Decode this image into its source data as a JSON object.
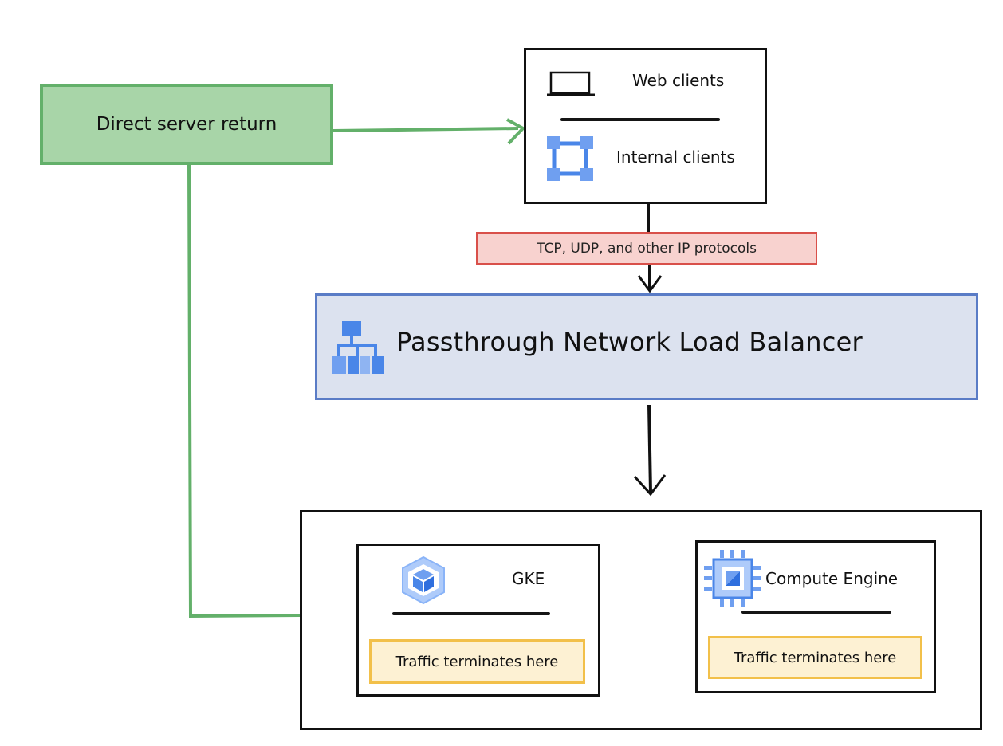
{
  "direct_server_return": {
    "label": "Direct server return"
  },
  "clients": {
    "web_label": "Web clients",
    "internal_label": "Internal clients"
  },
  "protocol_badge": {
    "label": "TCP, UDP, and other IP protocols"
  },
  "load_balancer": {
    "title": "Passthrough Network Load Balancer"
  },
  "backends": {
    "gke": {
      "label": "GKE",
      "note": "Traffic terminates here"
    },
    "compute_engine": {
      "label": "Compute Engine",
      "note": "Traffic terminates here"
    }
  },
  "colors": {
    "green_fill": "#a8d5a8",
    "green_line": "#63b06a",
    "red_fill": "#f8d2cf",
    "red_line": "#d9504a",
    "blue_fill": "#dce2ef",
    "blue_line": "#5a7cc6",
    "yellow_fill": "#fdf1d3",
    "yellow_line": "#f2c04a",
    "icon_blue": "#4a86e8"
  },
  "icons": [
    "laptop-icon",
    "internal-clients-icon",
    "load-balancer-icon",
    "gke-icon",
    "compute-engine-icon"
  ]
}
